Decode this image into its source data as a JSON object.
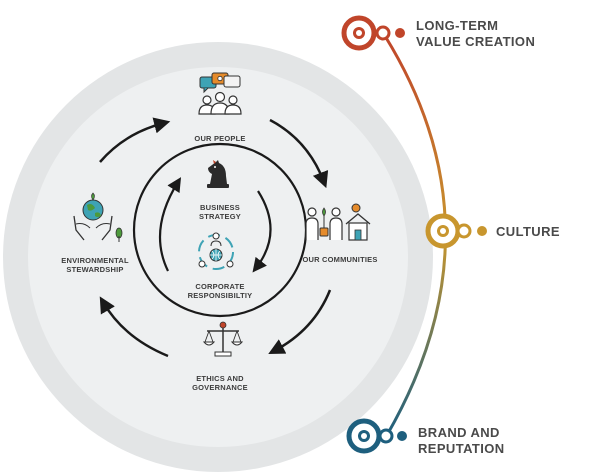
{
  "diagram": {
    "outer_cycle": {
      "people": {
        "lines": [
          "OUR PEOPLE"
        ],
        "icon": "people-chat-icon"
      },
      "communities": {
        "lines": [
          "OUR COMMUNITIES"
        ],
        "icon": "community-icon"
      },
      "ethics": {
        "lines": [
          "ETHICS AND",
          "GOVERNANCE"
        ],
        "icon": "scales-icon"
      },
      "environment": {
        "lines": [
          "ENVIRONMENTAL",
          "STEWARDSHIP"
        ],
        "icon": "earth-hands-icon"
      }
    },
    "inner_cycle": {
      "strategy": {
        "lines": [
          "BUSINESS",
          "STRATEGY"
        ],
        "icon": "chess-knight-icon"
      },
      "responsibility": {
        "lines": [
          "CORPORATE",
          "RESPONSIBILTIY"
        ],
        "icon": "globe-network-icon"
      }
    },
    "timeline": [
      {
        "lines": [
          "LONG-TERM",
          "VALUE CREATION"
        ],
        "color": "#c0452a"
      },
      {
        "lines": [
          "CULTURE"
        ],
        "color": "#c8962e"
      },
      {
        "lines": [
          "BRAND AND",
          "REPUTATION"
        ],
        "color": "#1e5f7e"
      }
    ],
    "colors": {
      "outer_ring": "#e3e5e6",
      "inner_disc": "#eef0f1",
      "arrow": "#1a1a1a",
      "icon_accent_orange": "#e58b2b",
      "icon_accent_teal": "#3ea3b5",
      "icon_accent_green": "#4d9a3c"
    }
  }
}
